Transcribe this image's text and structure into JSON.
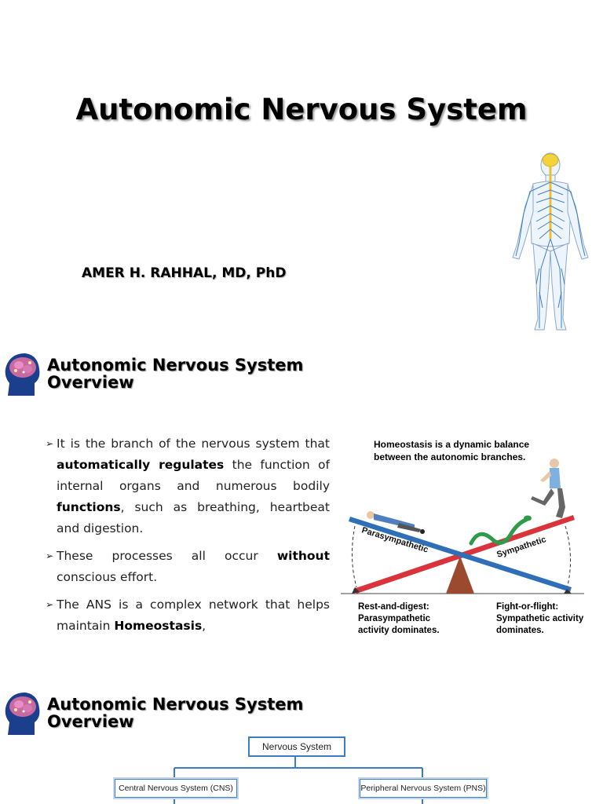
{
  "slide1": {
    "title": "Autonomic Nervous System",
    "author": "AMER H. RAHHAL, MD, PhD",
    "figure_icon": "human-nervous-system-figure"
  },
  "slide2": {
    "section_icon": "brain-head-icon",
    "title_line1": "Autonomic Nervous System",
    "title_line2": "Overview",
    "bullets": [
      {
        "p1": "It is the branch of the nervous system that ",
        "b1": "automatically regulates",
        "p2": " the function of internal organs and numerous bodily ",
        "b2": "functions",
        "p3": ", such as breathing, heartbeat and digestion."
      },
      {
        "p1": "These processes all occur ",
        "b1": "without",
        "p2": " conscious effort."
      },
      {
        "p1": "The ANS is a complex network that helps maintain ",
        "b1": "Homeostasis",
        "p2": ","
      }
    ],
    "diagram": {
      "caption_line1": "Homeostasis is a dynamic balance",
      "caption_line2": "between the autonomic branches.",
      "left_label": "Parasympathetic",
      "right_label": "Sympathetic",
      "left_caption_line1": "Rest-and-digest:",
      "left_caption_line2": "Parasympathetic",
      "left_caption_line3": "activity dominates.",
      "right_caption_line1": "Fight-or-flight:",
      "right_caption_line2": "Sympathetic activity",
      "right_caption_line3": "dominates."
    }
  },
  "slide3": {
    "section_icon": "brain-head-icon",
    "title_line1": "Autonomic Nervous System",
    "title_line2": "Overview",
    "flow": {
      "root": "Nervous System",
      "left_child": "Central Nervous System (CNS)",
      "right_child": "Peripheral Nervous System (PNS)"
    }
  },
  "colors": {
    "accent_blue": "#3b7dc5",
    "plank_red": "#d9343b",
    "plank_blue": "#2e6fb8",
    "fulcrum_brown": "#9b4a2f"
  }
}
